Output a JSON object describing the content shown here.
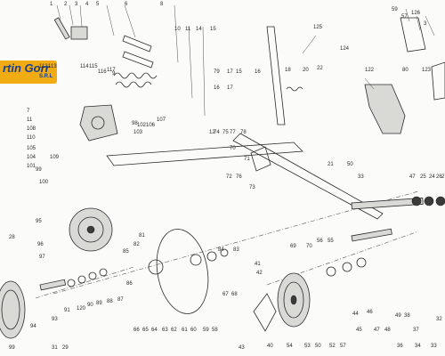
{
  "logo": {
    "name": "rtin Gorr",
    "suffix": "S.R.L"
  },
  "callouts": [
    "1",
    "2",
    "3",
    "4",
    "5",
    "6",
    "8",
    "10",
    "11",
    "14",
    "15",
    "125",
    "124",
    "122",
    "59",
    "57",
    "126",
    "123",
    "80",
    "3",
    "112",
    "113",
    "114",
    "115",
    "116",
    "117",
    "9",
    "7",
    "11",
    "103",
    "102",
    "106",
    "107",
    "108",
    "110",
    "109",
    "105",
    "104",
    "101",
    "99",
    "100",
    "98",
    "12",
    "74",
    "75",
    "77",
    "78",
    "71",
    "73",
    "70",
    "72",
    "76",
    "79",
    "17",
    "15",
    "16",
    "17",
    "16",
    "18",
    "20",
    "22",
    "21",
    "50",
    "33",
    "47",
    "25",
    "24",
    "26",
    "27",
    "28",
    "95",
    "96",
    "97",
    "99",
    "94",
    "93",
    "91",
    "120",
    "90",
    "89",
    "88",
    "87",
    "86",
    "85",
    "82",
    "81",
    "84",
    "83",
    "58",
    "59",
    "60",
    "61",
    "62",
    "63",
    "64",
    "65",
    "66",
    "67",
    "68",
    "69",
    "70",
    "56",
    "55",
    "52",
    "57",
    "50",
    "53",
    "54",
    "40",
    "41",
    "42",
    "43",
    "44",
    "45",
    "46",
    "47",
    "48",
    "49",
    "38",
    "37",
    "36",
    "34",
    "33",
    "32",
    "31",
    "29"
  ]
}
